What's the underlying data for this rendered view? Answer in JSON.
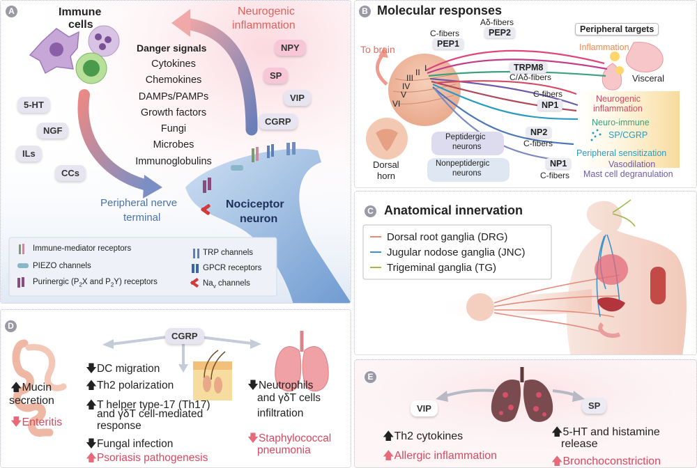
{
  "panel_a": {
    "badge": "A",
    "immune_cells": [
      "Immune",
      "cells"
    ],
    "neurogenic_inflammation": [
      "Neurogenic",
      "inflammation"
    ],
    "danger_title": "Danger signals",
    "danger_items": [
      "Cytokines",
      "Chemokines",
      "DAMPs/PAMPs",
      "Growth factors",
      "Fungi",
      "Microbes",
      "Immunoglobulins"
    ],
    "left_pills": [
      "5-HT",
      "NGF",
      "ILs",
      "CCs"
    ],
    "right_pills": [
      "NPY",
      "SP",
      "VIP",
      "CGRP"
    ],
    "peripheral_nerve_terminal": [
      "Peripheral nerve",
      "terminal"
    ],
    "nociceptor_neuron": [
      "Nociceptor",
      "neuron"
    ],
    "legend": {
      "immune_mediator": "Immune-mediator receptors",
      "piezo": "PIEZO channels",
      "purinergic_pre": "Purinergic (P",
      "purinergic_sub1": "2",
      "purinergic_mid": "X and P",
      "purinergic_sub2": "2",
      "purinergic_post": "Y) receptors",
      "trp": "TRP channels",
      "gpcr": "GPCR  receptors",
      "nav_pre": "Na",
      "nav_sub": "v",
      "nav_post": " channels"
    }
  },
  "panel_b": {
    "badge": "B",
    "title": "Molecular responses",
    "to_brain": "To brain",
    "laminae": [
      "I",
      "II",
      "III",
      "IV",
      "V",
      "VI"
    ],
    "dorsal_horn": [
      "Dorsal",
      "horn"
    ],
    "c_fibers": "C-fibers",
    "adelta_fibers": "Aδ-fibers",
    "pep1": "PEP1",
    "pep2": "PEP2",
    "trpm8": "TRPM8",
    "c_adelta": "C/Aδ-fibers",
    "np1": "NP1",
    "np2": "NP2",
    "peripheral_targets": "Peripheral targets",
    "inflammation": "Inflammation",
    "visceral": "Visceral",
    "neurogenic_inflammation": [
      "Neurogenic",
      "inflammation"
    ],
    "neuro_immune": "Neuro-immune",
    "sp_cgrp": "SP/CGRP",
    "peripheral_sensitization": "Peripheral sensitization",
    "vasodilation": "Vasodilation",
    "mast_cell": "Mast cell degranulation",
    "peptidergic": [
      "Peptidergic",
      "neurons"
    ],
    "nonpeptidergic": [
      "Nonpeptidergic",
      "neurons"
    ]
  },
  "panel_c": {
    "badge": "C",
    "title": "Anatomical innervation",
    "legend": [
      {
        "label": "Dorsal root ganglia (DRG)",
        "color": "#e48a7a"
      },
      {
        "label": "Jugular nodose ganglia (JNC)",
        "color": "#3b93c9"
      },
      {
        "label": "Trigeminal ganglia (TG)",
        "color": "#9cbb48"
      }
    ]
  },
  "panel_d": {
    "badge": "D",
    "cgrp": "CGRP",
    "mucin": [
      "Mucin",
      "secretion"
    ],
    "enteritis": "Enteritis",
    "center_items": [
      "DC migration",
      "Th2 polarization",
      "T helper type-17 (Th17)",
      "and γδT cell-mediated",
      "response",
      "Fungal infection"
    ],
    "psoriasis": "Psoriasis pathogenesis",
    "neutrophils": [
      "Neutrophils",
      "and γδT cells",
      "infiltration"
    ],
    "staph": [
      "Staphylococcal",
      "pneumonia"
    ]
  },
  "panel_e": {
    "badge": "E",
    "vip": "VIP",
    "sp": "SP",
    "th2": "Th2 cytokines",
    "allergic": "Allergic inflammation",
    "ht_hist": [
      "5-HT and histamine",
      "release"
    ],
    "broncho": "Bronchoconstriction"
  },
  "colors": {
    "pink_red": "#d8485f",
    "orange": "#f08a4a",
    "green": "#3aa17a",
    "teal": "#2a9bc0",
    "purple": "#6e5ba8",
    "nerve_blue": "#5d83bd",
    "up_arrow_pink": "#e56b7b"
  }
}
